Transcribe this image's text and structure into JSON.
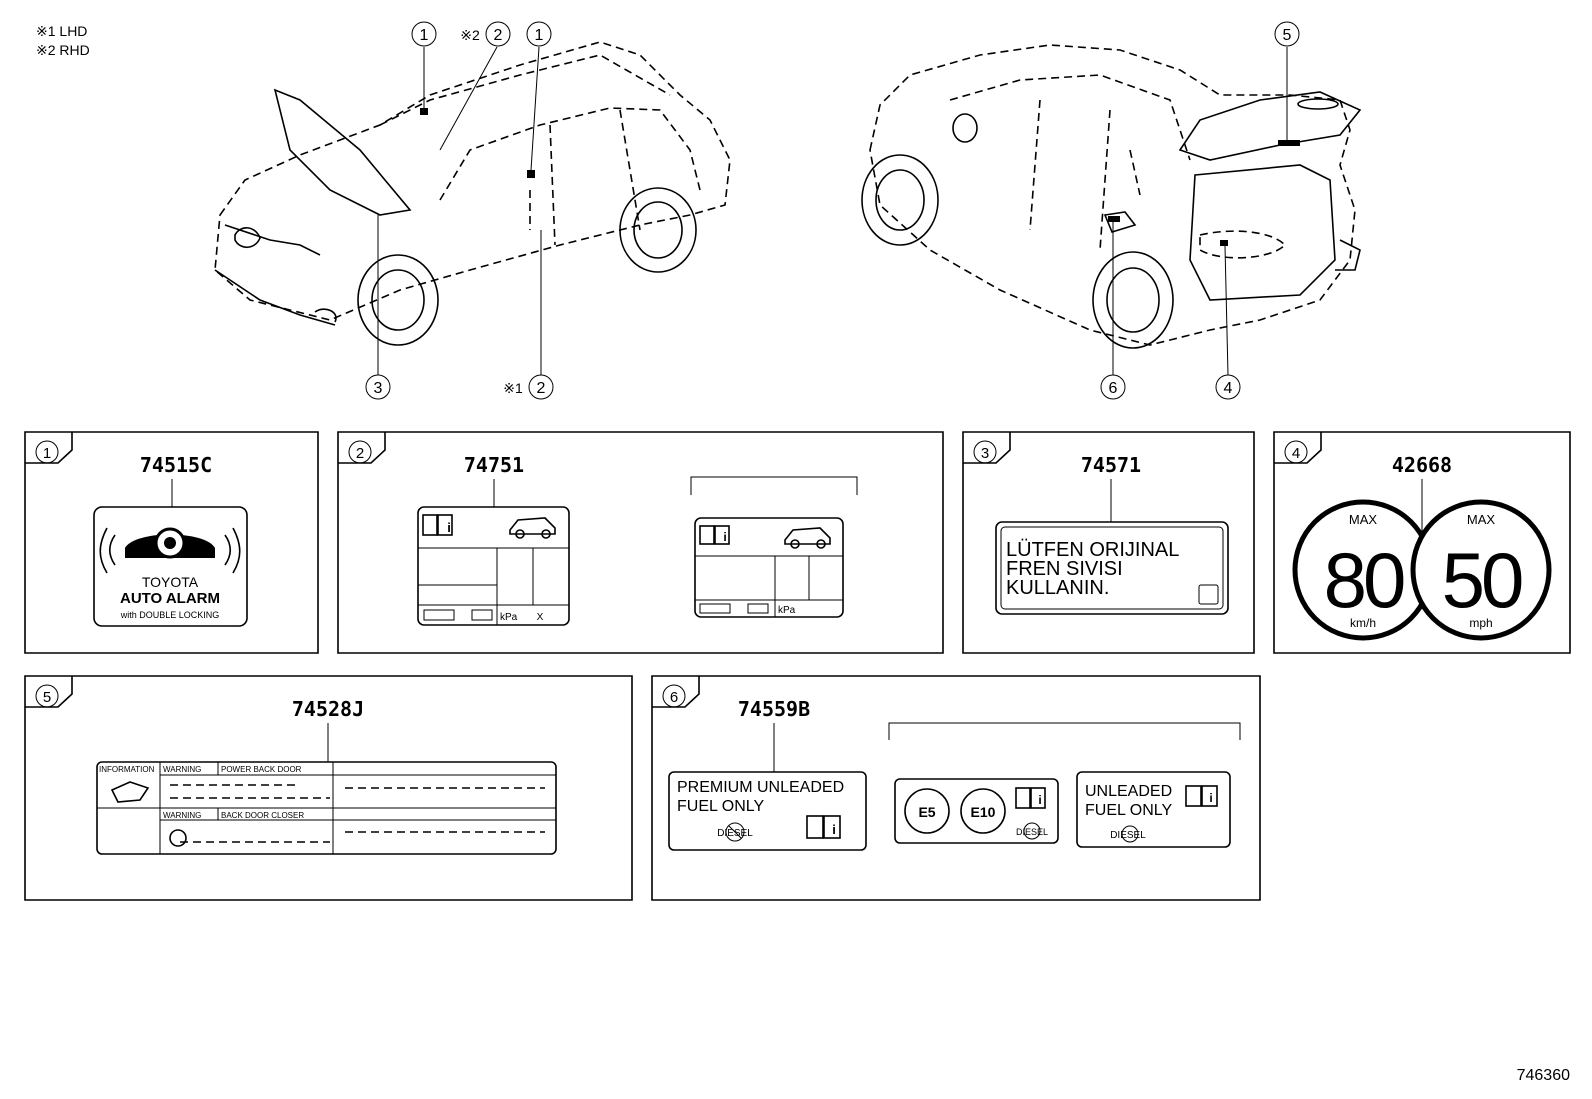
{
  "notes": {
    "n1": "※1 LHD",
    "n2": "※2 RHD"
  },
  "callouts": {
    "c1": "1",
    "c2": "2",
    "c3": "3",
    "c4": "4",
    "c5": "5",
    "c6": "6",
    "ref1": "※1",
    "ref2": "※2"
  },
  "panels": {
    "p1": {
      "index": "1",
      "part": "74515C",
      "lines": [
        "TOYOTA",
        "AUTO ALARM",
        "with DOUBLE LOCKING"
      ]
    },
    "p2": {
      "index": "2",
      "part": "74751",
      "kpa": "kPa",
      "x": "X"
    },
    "p3": {
      "index": "3",
      "part": "74571",
      "lines": [
        "LÜTFEN ORIJINAL",
        "FREN SIVISI",
        "KULLANIN."
      ]
    },
    "p4": {
      "index": "4",
      "part": "42668",
      "max": "MAX",
      "v1": "80",
      "u1": "km/h",
      "v2": "50",
      "u2": "mph"
    },
    "p5": {
      "index": "5",
      "part": "74528J",
      "labels": [
        "INFORMATION",
        "WARNING",
        "POWER BACK DOOR",
        "WARNING",
        "BACK DOOR CLOSER"
      ]
    },
    "p6": {
      "index": "6",
      "part": "74559B",
      "l1": "PREMIUM UNLEADED",
      "l2": "FUEL  ONLY",
      "diesel": "DIESEL",
      "e5": "E5",
      "e10": "E10",
      "u1": "UNLEADED",
      "u2": "FUEL ONLY"
    }
  },
  "footer": "746360"
}
